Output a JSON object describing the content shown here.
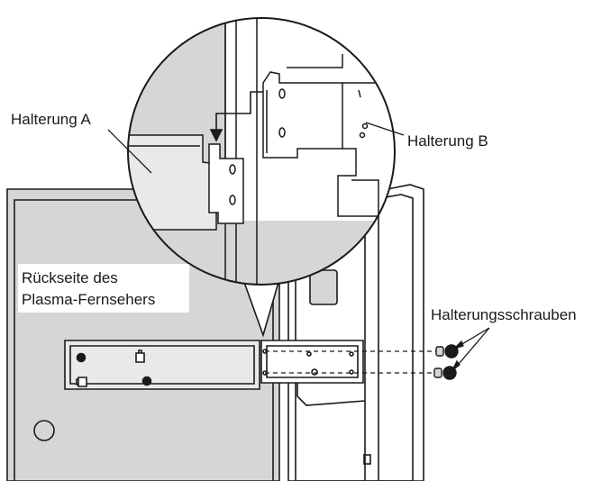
{
  "labels": {
    "bracket_a": "Halterung A",
    "bracket_b": "Halterung B",
    "tv_back_line1": "Rückseite des",
    "tv_back_line2": "Plasma-Fernsehers",
    "screws": "Halterungsschrauben"
  },
  "colors": {
    "outline": "#1a1a1a",
    "panel_fill": "#d6d6d6",
    "bracket_fill": "#e9e9e9",
    "background": "#ffffff"
  }
}
